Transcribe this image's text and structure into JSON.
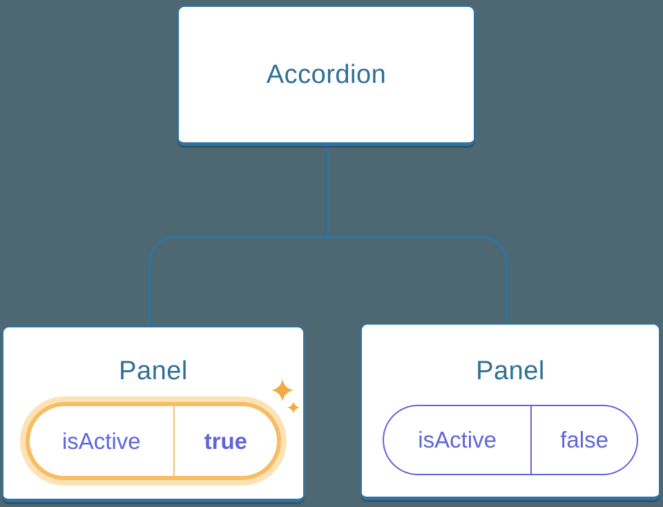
{
  "diagram": {
    "root": {
      "label": "Accordion"
    },
    "children": [
      {
        "title": "Panel",
        "state": {
          "key": "isActive",
          "value": "true"
        },
        "highlighted": true,
        "sparkles": true
      },
      {
        "title": "Panel",
        "state": {
          "key": "isActive",
          "value": "false"
        },
        "highlighted": false,
        "sparkles": false
      }
    ]
  },
  "colors": {
    "background": "#4D6773",
    "connector_blue": "#2E74A3",
    "node_border_blue": "#2E74A3",
    "node_text_blue": "#2F6F96",
    "state_purple": "#6065DA",
    "highlight_orange": "#F8BC62",
    "highlight_halo": "#FCE3B6",
    "highlight_divider": "#F3BF72",
    "sparkle_orange": "#F5A942"
  }
}
